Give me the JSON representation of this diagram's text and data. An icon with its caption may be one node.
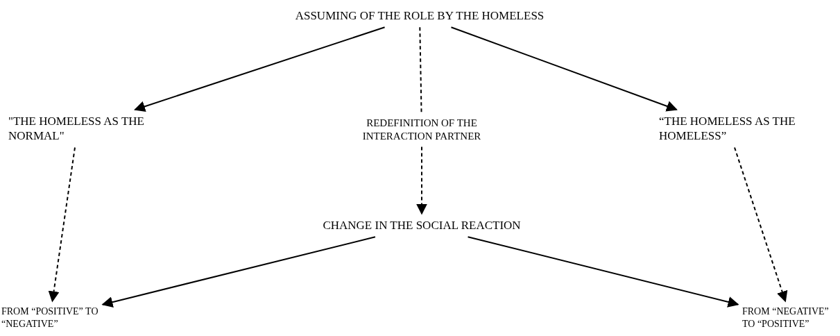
{
  "diagram": {
    "nodes": [
      {
        "text": [
          "ASSUMING OF THE ROLE BY THE HOMELESS"
        ]
      },
      {
        "text": [
          "\"THE HOMELESS AS THE NORMAL\""
        ]
      },
      {
        "text": [
          "REDEFINITION OF THE INTERACTION PARTNER"
        ]
      },
      {
        "text": [
          "“THE HOMELESS AS THE HOMELESS”"
        ]
      },
      {
        "text": [
          "CHANGE IN THE SOCIAL REACTION"
        ]
      },
      {
        "text": [
          "FROM “POSITIVE” TO “NEGATIVE”"
        ]
      },
      {
        "text": [
          "FROM “NEGATIVE” TO “POSITIVE”"
        ]
      }
    ],
    "edges": [
      {
        "from": 0,
        "to": 1,
        "arrow": "to"
      },
      {
        "from": 0,
        "to": 3,
        "arrow": "to"
      },
      {
        "from": 0,
        "to": 2,
        "arrow": "none",
        "style": "dashed"
      },
      {
        "from": 2,
        "to": 4,
        "arrow": "to",
        "style": "dashed"
      },
      {
        "from": 1,
        "to": 5,
        "arrow": "to",
        "style": "dashed"
      },
      {
        "from": 3,
        "to": 6,
        "arrow": "to",
        "style": "dashed"
      },
      {
        "from": 4,
        "to": 5,
        "arrow": "to"
      },
      {
        "from": 4,
        "to": 6,
        "arrow": "to"
      }
    ]
  }
}
